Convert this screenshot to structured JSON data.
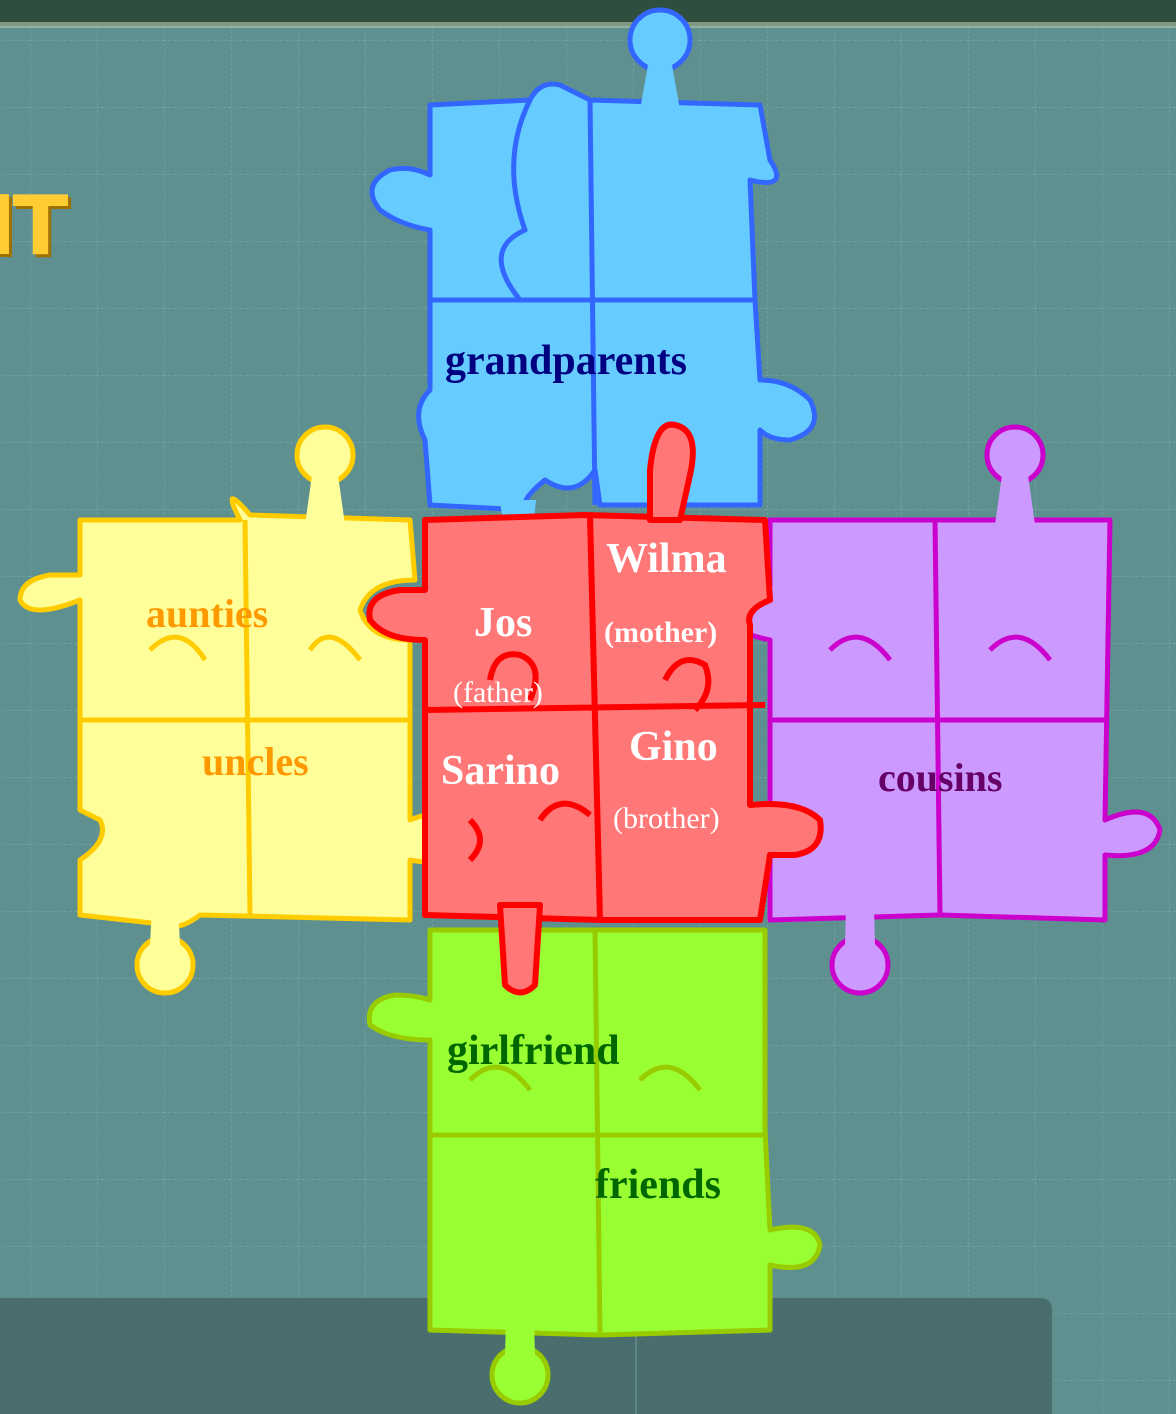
{
  "colors": {
    "background": "#5e9090",
    "grid": "#7aa8a8",
    "top_strip": "#2e4e3e",
    "bottom_panel": "#4a6e6e",
    "title_fragment": "#ffcc33",
    "grandparents": {
      "fill": "#66ccff",
      "stroke": "#3366ff",
      "text": "#000080"
    },
    "family_core": {
      "fill": "#ff7777",
      "stroke": "#ff0000",
      "text": "#ffffff"
    },
    "aunties_uncles": {
      "fill": "#ffff99",
      "stroke": "#ffcc00",
      "text": "#ff9900"
    },
    "cousins": {
      "fill": "#cc99ff",
      "stroke": "#cc00cc",
      "text": "#660066"
    },
    "friends": {
      "fill": "#99ff33",
      "stroke": "#99cc00",
      "text": "#006600"
    }
  },
  "title_fragment": "IT",
  "labels": {
    "grandparents": "grandparents",
    "jos": "Jos",
    "jos_role": "(father)",
    "wilma": "Wilma",
    "wilma_role": "(mother)",
    "sarino": "Sarino",
    "gino": "Gino",
    "gino_role": "(brother)",
    "aunties": "aunties",
    "uncles": "uncles",
    "cousins": "cousins",
    "girlfriend": "girlfriend",
    "friends": "friends"
  }
}
